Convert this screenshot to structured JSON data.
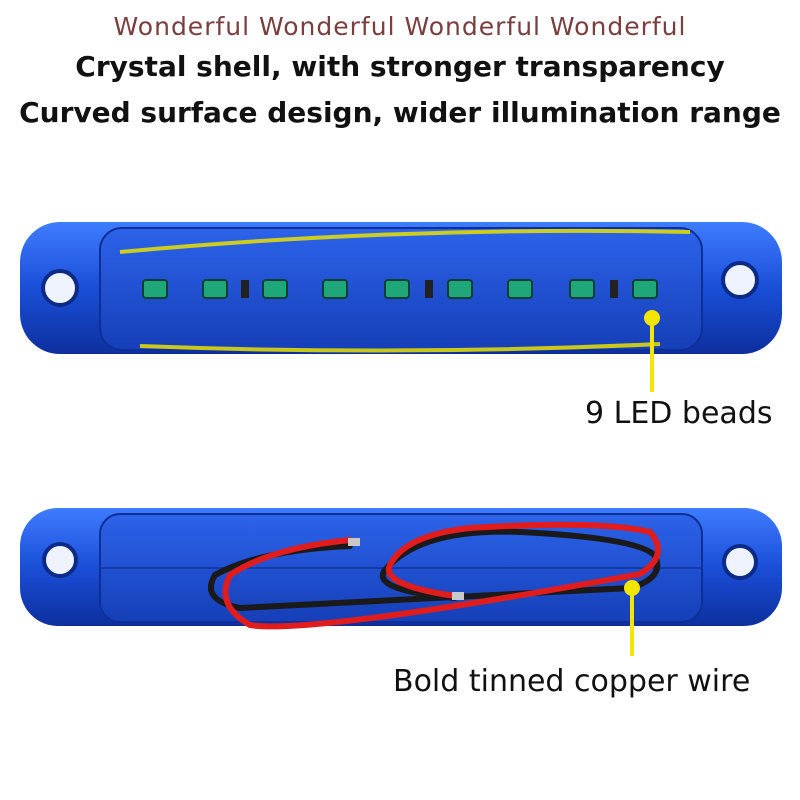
{
  "header": {
    "brand": "Wonderful Wonderful Wonderful Wonderful",
    "line1": "Crystal shell, with stronger transparency",
    "line2": "Curved surface design, wider illumination range"
  },
  "callouts": {
    "leds": "9 LED beads",
    "wire": "Bold tinned copper wire"
  },
  "colors": {
    "brand_text": "#7a3e3e",
    "housing_blue": "#1b4fd6",
    "pointer_yellow": "#f5e600",
    "led_green": "#1fa77a",
    "wire_red": "#e01c1c",
    "wire_black": "#1a1a1a"
  }
}
